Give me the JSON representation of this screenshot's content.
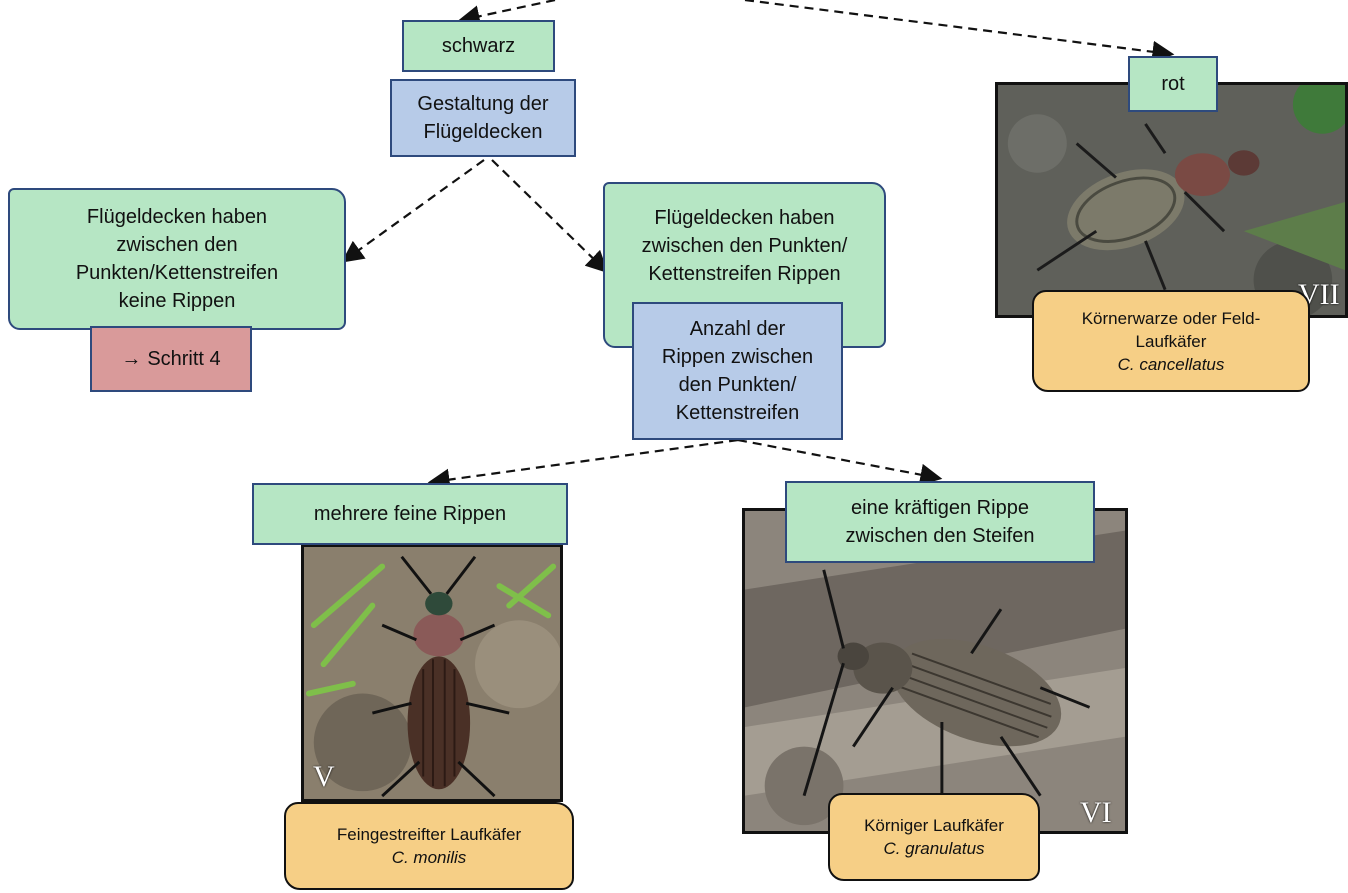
{
  "colors": {
    "node_green": "#b6e6c4",
    "node_blue": "#b7cbe8",
    "node_red": "#d99a9a",
    "node_tan": "#f6cf86",
    "border": "#2e4a7d"
  },
  "nodes": {
    "schwarz": "schwarz",
    "gestaltung": [
      "Gestaltung der",
      "Flügeldecken"
    ],
    "rot": "rot",
    "ohne_rippen": [
      "Flügeldecken haben",
      "zwischen den",
      "Punkten/Kettenstreifen",
      "keine Rippen"
    ],
    "schritt4": {
      "arrow": "→",
      "label": "Schritt 4"
    },
    "mit_rippen": [
      "Flügeldecken haben",
      "zwischen den Punkten/",
      "Kettenstreifen Rippen"
    ],
    "anzahl": [
      "Anzahl der",
      "Rippen zwischen",
      "den Punkten/",
      "Kettenstreifen"
    ],
    "mehrere": "mehrere feine Rippen",
    "eine": [
      "eine kräftigen Rippe",
      "zwischen den Steifen"
    ]
  },
  "species": {
    "cancellatus": {
      "name_lines": [
        "Körnerwarze oder Feld-",
        "Laufkäfer"
      ],
      "latin": "C. cancellatus",
      "numeral": "VII",
      "photo_icon": "beetle-photo"
    },
    "monilis": {
      "name": "Feingestreifter Laufkäfer",
      "latin": "C. monilis",
      "numeral": "V",
      "photo_icon": "beetle-photo"
    },
    "granulatus": {
      "name": "Körniger Laufkäfer",
      "latin": "C. granulatus",
      "numeral": "VI",
      "photo_icon": "beetle-photo"
    }
  }
}
